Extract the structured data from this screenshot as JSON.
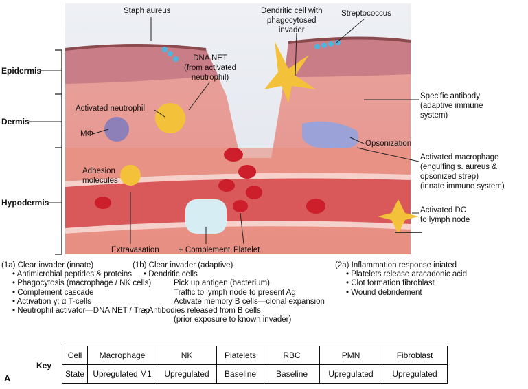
{
  "layers": {
    "epidermis": "Epidermis",
    "dermis": "Dermis",
    "hypodermis": "Hypodermis"
  },
  "labels": {
    "staph": "Staph aureus",
    "dendritic": [
      "Dendritic cell with",
      "phagocytosed",
      "invader"
    ],
    "strep": "Streptococcus",
    "dnanet": [
      "DNA NET",
      "(from activated",
      "neutrophil)"
    ],
    "neutrophil": "Activated neutrophil",
    "mphi": "MΦ",
    "adhesion": [
      "Adhesion",
      "molecules"
    ],
    "antibody": [
      "Specific antibody",
      "(adaptive immune",
      "system)"
    ],
    "opsonization": "Opsonization",
    "macrophage": [
      "Activated macrophage",
      "(engulfing s. aureus &",
      "opsonized strep)",
      "(innate immune system)"
    ],
    "dc": [
      "Activated DC",
      "to lymph node"
    ],
    "extravasation": "Extravasation",
    "complement": "+ Complement",
    "platelet": "Platelet"
  },
  "notes": {
    "innate": {
      "title": "(1a) Clear invader (innate)",
      "items": [
        "• Antimicrobial peptides & proteins",
        "• Phagocytosis (macrophage / NK cells)",
        "• Complement cascade",
        "• Activation γ; α T-cells",
        "• Neutrophil activator—DNA NET / Trap"
      ]
    },
    "adaptive": {
      "title": "(1b) Clear invader (adaptive)",
      "items": [
        "• Dendritic cells",
        "Pick up antigen (bacterium)",
        "Traffic to lymph node to present Ag",
        "Activate memory B cells—clonal expansion",
        "• Antibodies released from B cells",
        "(prior exposure to known invader)"
      ]
    },
    "inflammation": {
      "title": "(2a) Inflammation response iniated",
      "items": [
        "• Platelets release aracadonic acid",
        "• Clot formation fibroblast",
        "• Wound debridement"
      ]
    }
  },
  "key": {
    "label": "Key",
    "panel": "A",
    "header": [
      "Cell",
      "Macrophage",
      "NK",
      "Platelets",
      "RBC",
      "PMN",
      "Fibroblast"
    ],
    "row": [
      "State",
      "Upregulated M1",
      "Upregulated",
      "Baseline",
      "Baseline",
      "Upregulated",
      "Upregulated"
    ]
  }
}
